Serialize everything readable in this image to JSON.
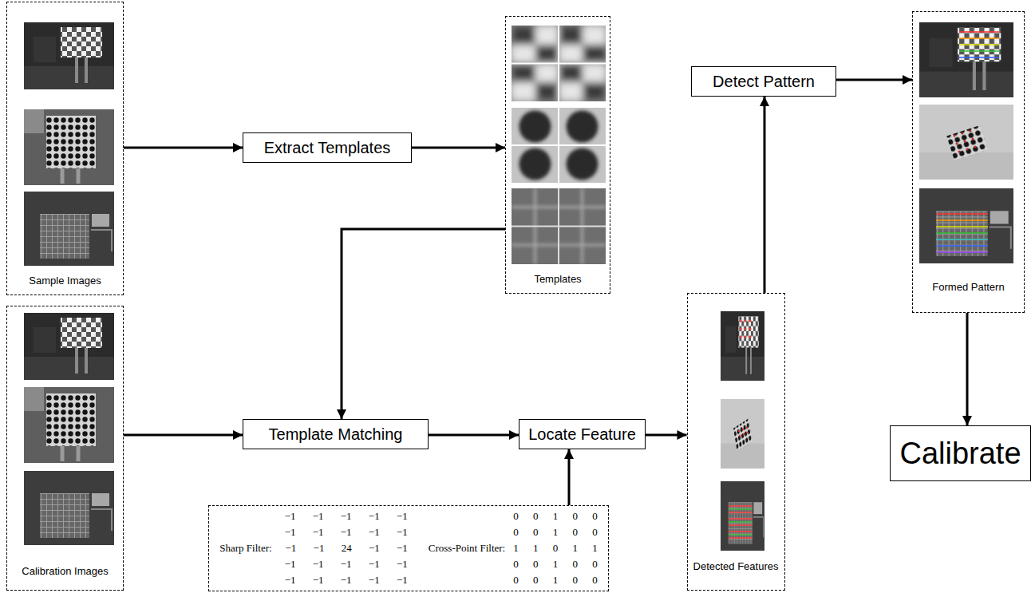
{
  "diagram": {
    "nodes": [
      {
        "text": [
          "Sample Images"
        ]
      },
      {
        "text": [
          "Calibration Images"
        ]
      },
      {
        "text": [
          "Extract Templates"
        ]
      },
      {
        "text": [
          "Templates"
        ]
      },
      {
        "text": [
          "Template Matching"
        ]
      },
      {
        "text": [
          "Locate Feature"
        ]
      },
      {
        "text": [
          "Sharp Filter:",
          "−1 −1 −1 −1 −1",
          "−1 −1 −1 −1 −1",
          "−1 −1 24 −1 −1",
          "−1 −1 −1 −1 −1",
          "−1 −1 −1 −1 −1",
          "Cross-Point Filter:",
          "0 0 1 0 0",
          "0 0 1 0 0",
          "1 1 0 1 1",
          "0 0 1 0 0",
          "0 0 1 0 0"
        ]
      },
      {
        "text": [
          "Detected Features"
        ]
      },
      {
        "text": [
          "Detect Pattern"
        ]
      },
      {
        "text": [
          "Formed Pattern"
        ]
      },
      {
        "text": [
          "Calibrate"
        ]
      }
    ],
    "edges": [
      {
        "from": 0,
        "to": 2,
        "arrow": "to"
      },
      {
        "from": 2,
        "to": 3,
        "arrow": "to"
      },
      {
        "from": 3,
        "to": 4,
        "arrow": "to"
      },
      {
        "from": 1,
        "to": 4,
        "arrow": "to"
      },
      {
        "from": 4,
        "to": 5,
        "arrow": "to"
      },
      {
        "from": 6,
        "to": 5,
        "arrow": "to"
      },
      {
        "from": 5,
        "to": 7,
        "arrow": "to"
      },
      {
        "from": 7,
        "to": 8,
        "arrow": "to"
      },
      {
        "from": 8,
        "to": 9,
        "arrow": "to"
      },
      {
        "from": 9,
        "to": 10,
        "arrow": "to"
      }
    ]
  }
}
